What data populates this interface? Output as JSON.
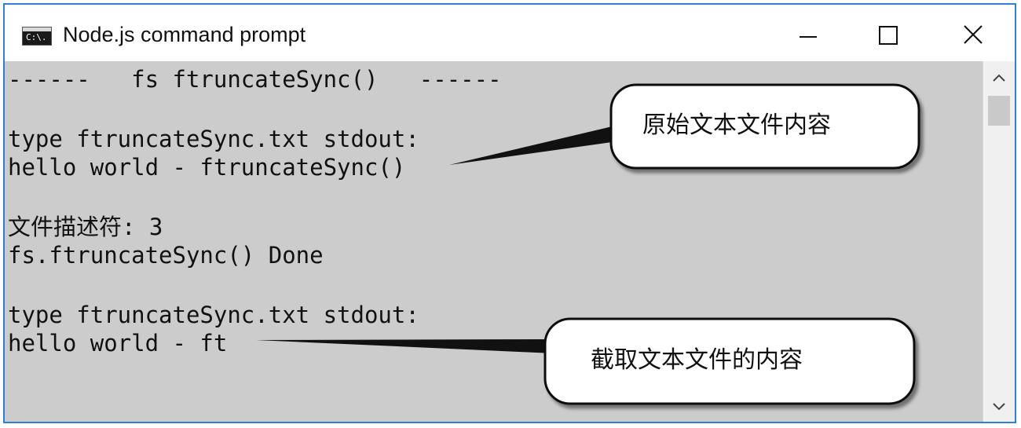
{
  "window": {
    "title": "Node.js command prompt",
    "icon_text": "C:\\."
  },
  "console": {
    "lines": [
      "------   fs ftruncateSync()   ------",
      "type ftruncateSync.txt stdout:",
      "hello world - ftruncateSync()",
      "文件描述符: 3",
      "fs.ftruncateSync() Done",
      "type ftruncateSync.txt stdout:",
      "hello world - ft"
    ]
  },
  "callouts": {
    "original": "原始文本文件内容",
    "truncated": "截取文本文件的内容"
  },
  "colors": {
    "console_bg": "#cccccc",
    "window_border": "#2f7fd4",
    "text": "#111111"
  }
}
